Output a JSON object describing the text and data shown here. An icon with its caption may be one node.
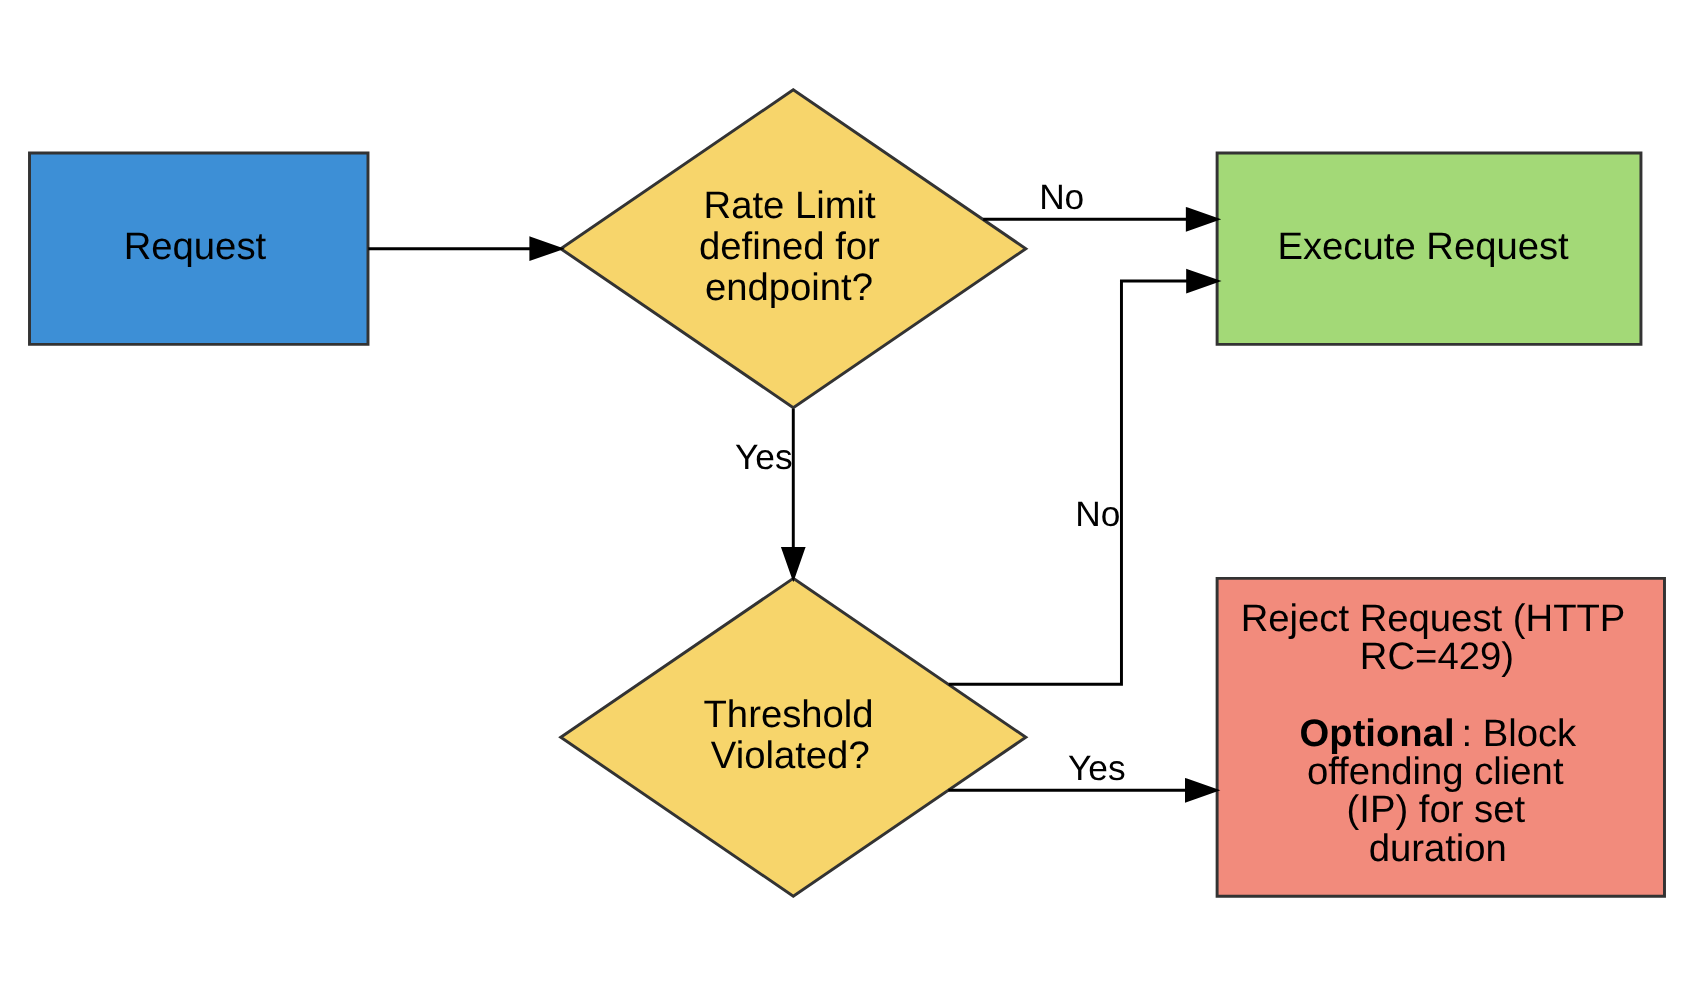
{
  "diagram": {
    "nodes": [
      {
        "text": [
          "Request"
        ]
      },
      {
        "text": [
          "Rate Limit defined for endpoint?"
        ]
      },
      {
        "text": [
          "Execute Request"
        ]
      },
      {
        "text": [
          "Threshold Violated?"
        ]
      },
      {
        "text": [
          "Reject Request (HTTP RC=429)",
          "**Optional**: Block offending client (IP) for set duration"
        ]
      }
    ],
    "edges": [
      {
        "from": 0,
        "to": 1,
        "arrow": "to"
      },
      {
        "from": 1,
        "to": 2,
        "arrow": "to",
        "label": "No"
      },
      {
        "from": 1,
        "to": 3,
        "arrow": "to",
        "label": "Yes"
      },
      {
        "from": 3,
        "to": 4,
        "arrow": "to",
        "label": "Yes"
      },
      {
        "from": 3,
        "to": 2,
        "arrow": "to",
        "label": "No"
      }
    ]
  }
}
